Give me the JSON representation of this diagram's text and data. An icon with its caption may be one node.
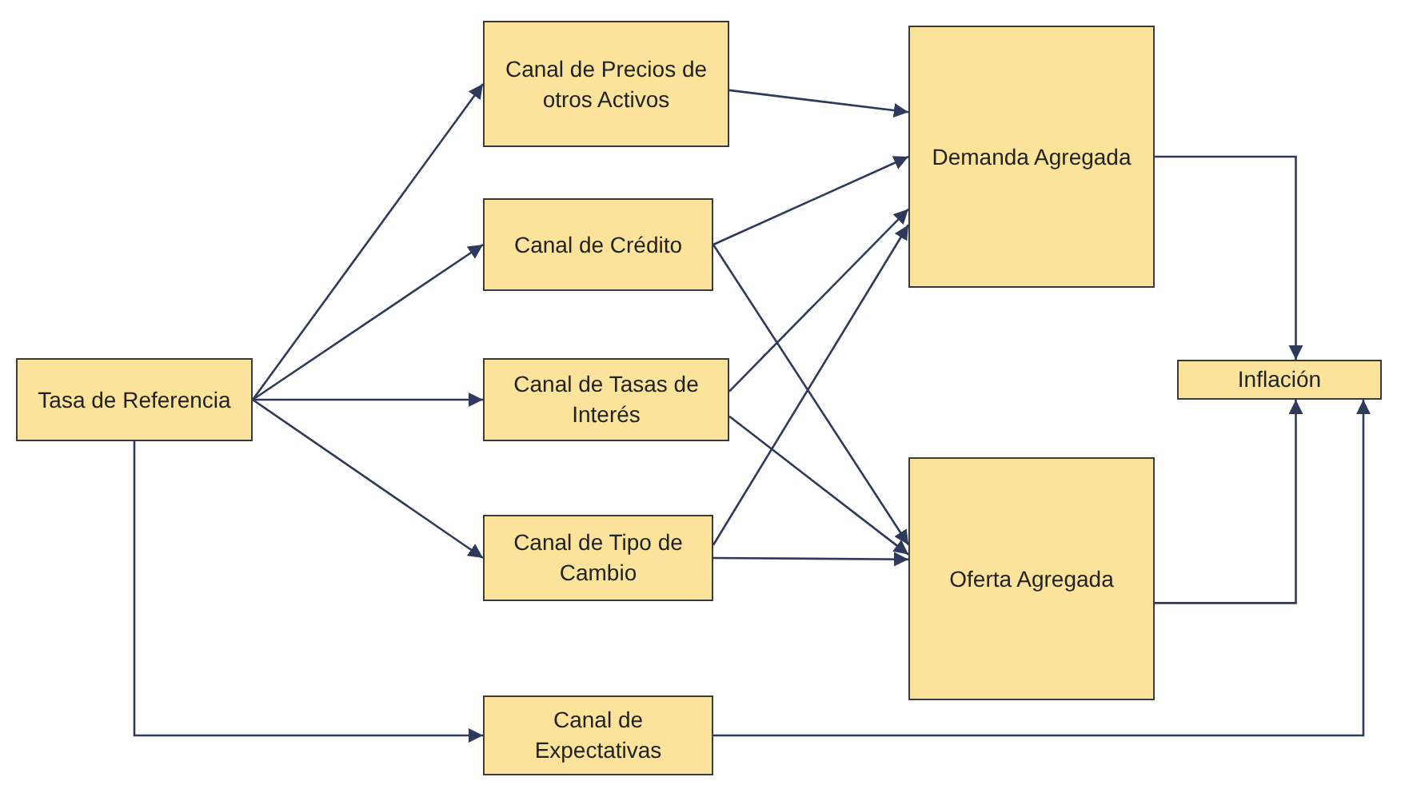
{
  "diagram": {
    "nodes": [
      {
        "text": [
          "Tasa de Referencia"
        ]
      },
      {
        "text": [
          "Canal de Precios de otros Activos"
        ]
      },
      {
        "text": [
          "Canal de Crédito"
        ]
      },
      {
        "text": [
          "Canal de Tasas de Interés"
        ]
      },
      {
        "text": [
          "Canal de Tipo de Cambio"
        ]
      },
      {
        "text": [
          "Canal de Expectativas"
        ]
      },
      {
        "text": [
          "Demanda Agregada"
        ]
      },
      {
        "text": [
          "Oferta Agregada"
        ]
      },
      {
        "text": [
          "Inflación"
        ]
      }
    ],
    "edges": [
      {
        "from": 0,
        "to": 1,
        "arrow": "to"
      },
      {
        "from": 0,
        "to": 2,
        "arrow": "to"
      },
      {
        "from": 0,
        "to": 3,
        "arrow": "to"
      },
      {
        "from": 0,
        "to": 4,
        "arrow": "to"
      },
      {
        "from": 0,
        "to": 5,
        "arrow": "to"
      },
      {
        "from": 1,
        "to": 6,
        "arrow": "to"
      },
      {
        "from": 2,
        "to": 6,
        "arrow": "to"
      },
      {
        "from": 2,
        "to": 7,
        "arrow": "to"
      },
      {
        "from": 3,
        "to": 6,
        "arrow": "to"
      },
      {
        "from": 3,
        "to": 7,
        "arrow": "to"
      },
      {
        "from": 4,
        "to": 6,
        "arrow": "to"
      },
      {
        "from": 4,
        "to": 7,
        "arrow": "to"
      },
      {
        "from": 6,
        "to": 8,
        "arrow": "to"
      },
      {
        "from": 7,
        "to": 8,
        "arrow": "to"
      },
      {
        "from": 5,
        "to": 8,
        "arrow": "to"
      }
    ]
  }
}
